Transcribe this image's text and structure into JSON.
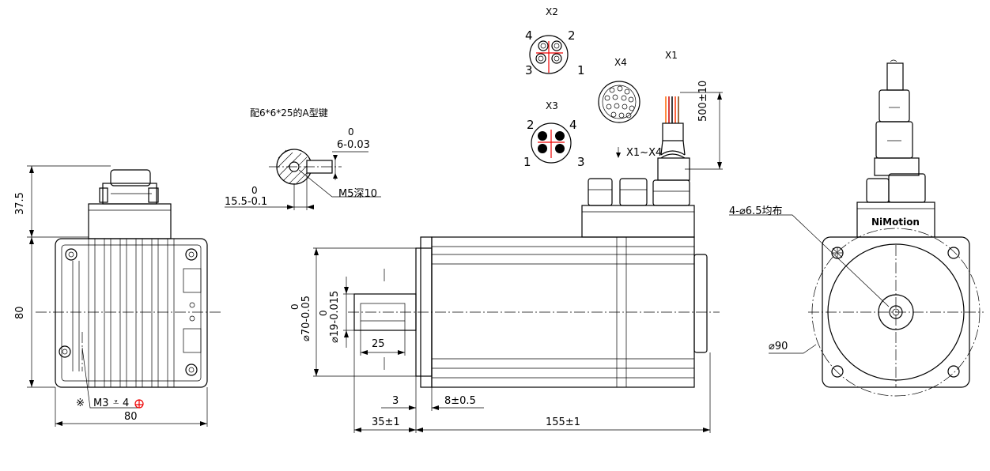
{
  "connectors": {
    "x2": {
      "label": "X2",
      "pins": [
        "4",
        "2",
        "3",
        "1"
      ]
    },
    "x3": {
      "label": "X3",
      "pins": [
        "2",
        "4",
        "1",
        "3"
      ]
    },
    "x4": {
      "label": "X4"
    },
    "x1": {
      "label": "X1"
    },
    "arrow_note": "X1~X4",
    "cable_length": "500±10"
  },
  "key_note": "配6*6*25的A型键",
  "key_section": {
    "key_width_upper": "0",
    "key_width": "6-0.03",
    "shaft_depth_upper": "0",
    "shaft_depth": "15.5-0.1",
    "thread": "M5深10"
  },
  "side_view": {
    "height_top": "37.5",
    "height_main": "80",
    "width": "80",
    "ground_note": "※",
    "ground_screw": "M3",
    "ground_depth": "4"
  },
  "front_view": {
    "flange_dia_upper": "0",
    "flange_dia": "⌀70-0.05",
    "shaft_dia_upper": "0",
    "shaft_dia": "⌀19-0.015",
    "key_length": "25",
    "flange_thick": "3",
    "gap": "8±0.5",
    "shaft_length": "35±1",
    "body_length": "155±1"
  },
  "end_view": {
    "holes": "4-⌀6.5均布",
    "pcd": "⌀90",
    "brand": "NiMotion"
  }
}
